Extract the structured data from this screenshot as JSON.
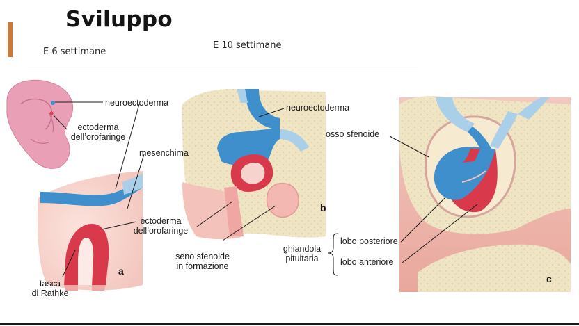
{
  "title": "Sviluppo",
  "subtitles": {
    "left": "E 6 settimane",
    "right": "E 10 settimane"
  },
  "labels": {
    "neuroectoderma_a": "neuroectoderma",
    "ectoderma_top_1": "ectoderma",
    "ectoderma_top_2": "dell’orofaringe",
    "mesenchima": "mesenchima",
    "ectoderma_mid_1": "ectoderma",
    "ectoderma_mid_2": "dell’orofaringe",
    "tasca_1": "tasca",
    "tasca_2": "di Rathke",
    "neuroectoderma_b": "neuroectoderma",
    "seno_1": "seno sfenoide",
    "seno_2": "in formazione",
    "osso": "osso sfenoide",
    "ghiandola_1": "ghiandola",
    "ghiandola_2": "pituitaria",
    "lobo_post": "lobo posteriore",
    "lobo_ant": "lobo anteriore"
  },
  "panels": {
    "a": "a",
    "b": "b",
    "c": "c"
  },
  "colors": {
    "accent": "#c77a3b",
    "neuro_blue": "#3f8fcc",
    "neuro_light": "#a9cfe9",
    "ectoderm_red": "#d83a4c",
    "mesenchyme_pink": "#f6d3cc",
    "bone": "#efe6c8",
    "embryo_pink": "#e9a0b7"
  }
}
